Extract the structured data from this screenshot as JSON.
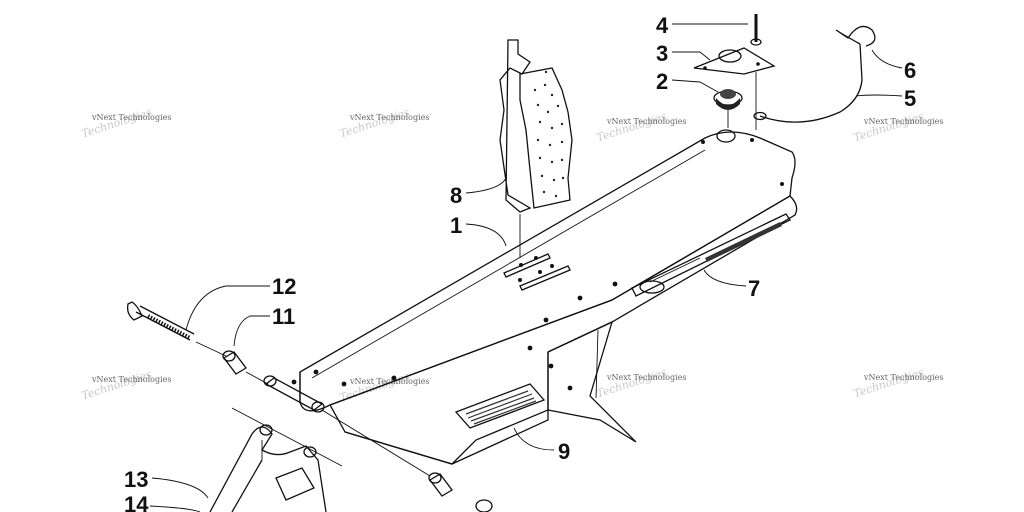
{
  "callouts": {
    "c1": "1",
    "c2": "2",
    "c3": "3",
    "c4": "4",
    "c5": "5",
    "c6": "6",
    "c7": "7",
    "c8": "8",
    "c9": "9",
    "c11": "11",
    "c12": "12",
    "c13": "13",
    "c14": "14"
  },
  "watermark": {
    "line1": "vNext Technologies",
    "line2": "Technologies"
  },
  "colors": {
    "ink": "#111111",
    "paper": "#ffffff",
    "watermark": "#c8c8c8"
  }
}
